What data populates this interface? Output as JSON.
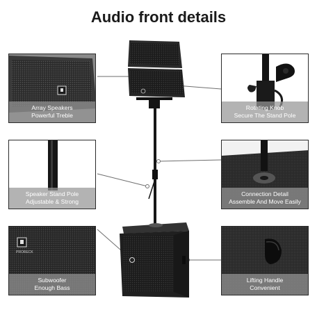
{
  "title": "Audio front details",
  "callouts": {
    "array_speakers": {
      "line1": "Array Speakers",
      "line2": "Powerful Treble"
    },
    "rotating_knob": {
      "line1": "Rotating Knob",
      "line2": "Secure The Stand Pole"
    },
    "stand_pole": {
      "line1": "Speaker Stand Pole",
      "line2": "Adjustable & Strong"
    },
    "connection_detail": {
      "line1": "Connection Detail",
      "line2": "Assemble And Move Easily"
    },
    "subwoofer": {
      "line1": "Subwoofer",
      "line2": "Enough Bass"
    },
    "lifting_handle": {
      "line1": "Lifting Handle",
      "line2": "Convenient"
    }
  },
  "brand_logo_text": "PRORECK",
  "colors": {
    "cabinet": "#1e1e1e",
    "caption_bg": "#969696",
    "connector": "#6e6e6e"
  }
}
